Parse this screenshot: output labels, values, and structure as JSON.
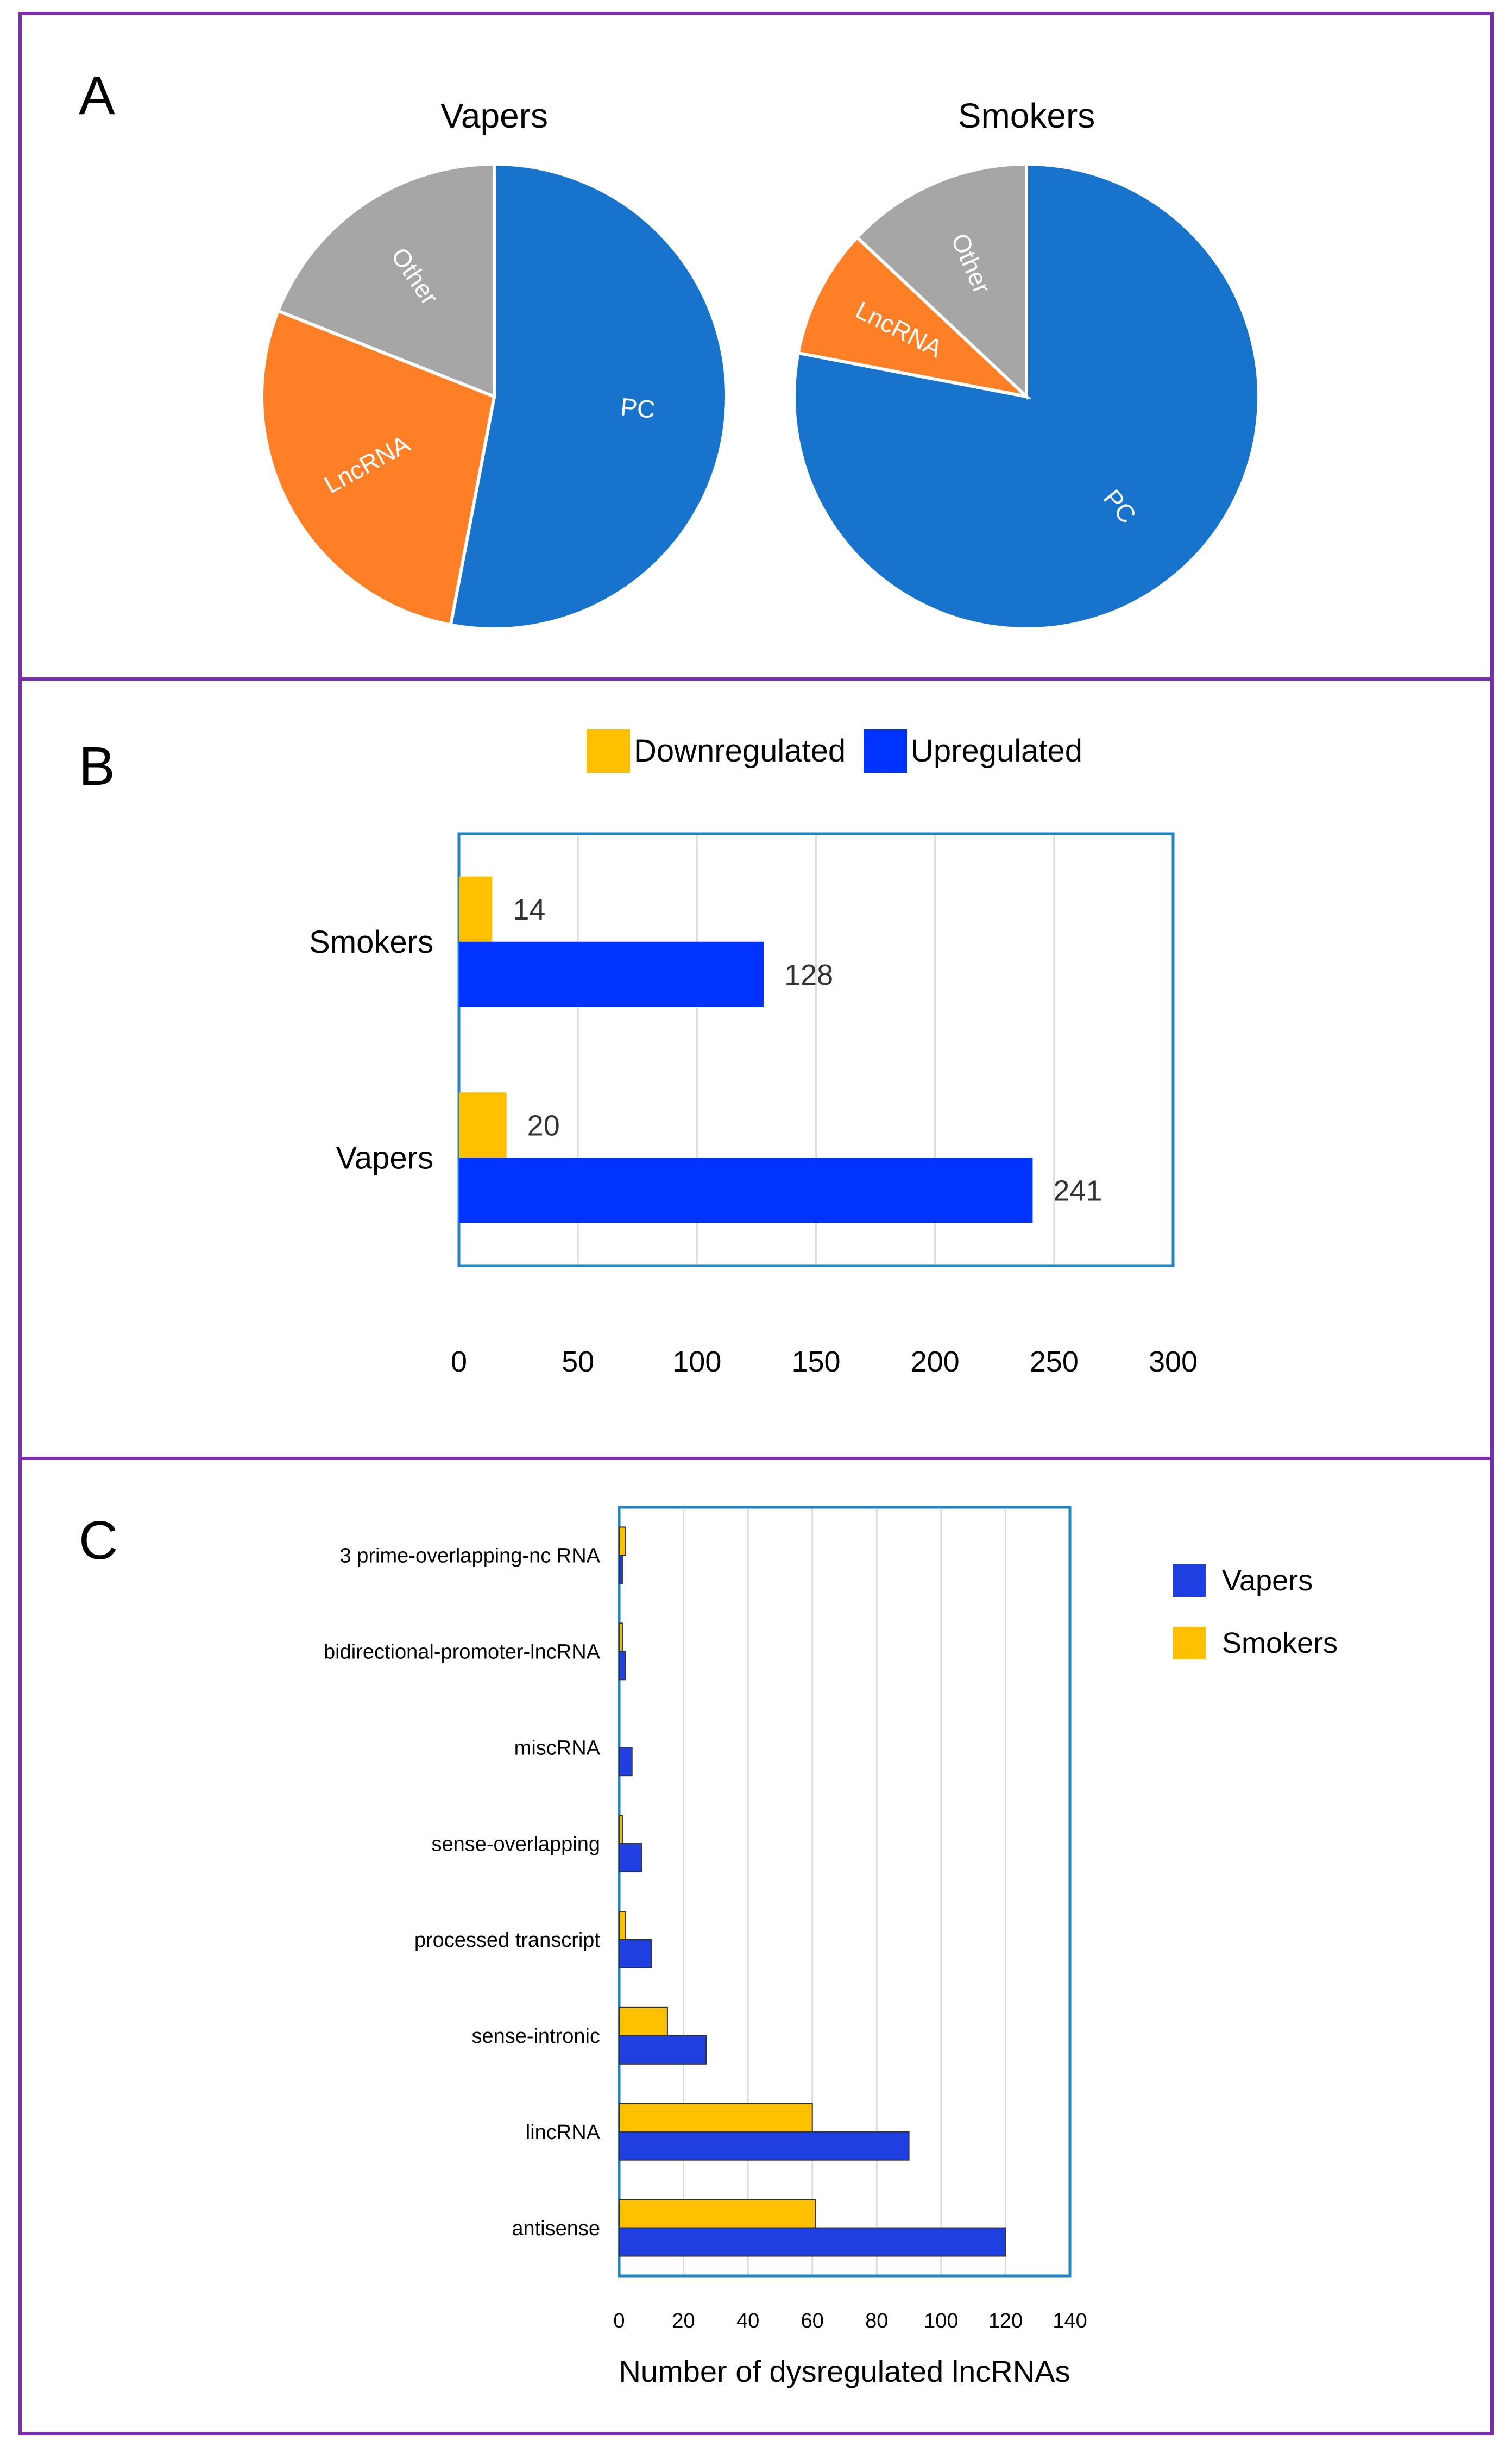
{
  "colors": {
    "frame": "#7B2FB0",
    "pc": "#1873CC",
    "lncrna": "#FF7F27",
    "other": "#A6A6A6",
    "downregulated": "#FFC000",
    "upregulated": "#0033FF",
    "vapers_bar": "#1F3FE0",
    "smokers_bar": "#FFC000",
    "axis_box": "#1E86C8",
    "grid": "#DDDDDD"
  },
  "panels": {
    "a": {
      "letter": "A"
    },
    "b": {
      "letter": "B"
    },
    "c": {
      "letter": "C"
    }
  },
  "chart_data": [
    {
      "panel": "A",
      "type": "pie",
      "charts": [
        {
          "title": "Vapers",
          "slices": [
            {
              "label": "PC",
              "value": 53,
              "color": "#1873CC"
            },
            {
              "label": "LncRNA",
              "value": 28,
              "color": "#FF7F27"
            },
            {
              "label": "Other",
              "value": 19,
              "color": "#A6A6A6"
            }
          ]
        },
        {
          "title": "Smokers",
          "slices": [
            {
              "label": "PC",
              "value": 78,
              "color": "#1873CC"
            },
            {
              "label": "LncRNA",
              "value": 9,
              "color": "#FF7F27"
            },
            {
              "label": "Other",
              "value": 13,
              "color": "#A6A6A6"
            }
          ]
        }
      ]
    },
    {
      "panel": "B",
      "type": "bar",
      "orientation": "horizontal",
      "categories": [
        "Smokers",
        "Vapers"
      ],
      "series": [
        {
          "name": "Downregulated",
          "values": [
            14,
            20
          ],
          "color": "#FFC000"
        },
        {
          "name": "Upregulated",
          "values": [
            128,
            241
          ],
          "color": "#0033FF"
        }
      ],
      "xlim": [
        0,
        300
      ],
      "xticks": [
        0,
        50,
        100,
        150,
        200,
        250,
        300
      ],
      "grid": true,
      "legend": "top"
    },
    {
      "panel": "C",
      "type": "bar",
      "orientation": "horizontal",
      "categories": [
        "3 prime-overlapping-nc RNA",
        "bidirectional-promoter-lncRNA",
        "miscRNA",
        "sense-overlapping",
        "processed transcript",
        "sense-intronic",
        "lincRNA",
        "antisense"
      ],
      "series": [
        {
          "name": "Smokers",
          "values": [
            2,
            1,
            0,
            1,
            2,
            15,
            60,
            61
          ],
          "color": "#FFC000"
        },
        {
          "name": "Vapers",
          "values": [
            1,
            2,
            4,
            7,
            10,
            27,
            90,
            120
          ],
          "color": "#1F3FE0"
        }
      ],
      "legend_order": [
        "Vapers",
        "Smokers"
      ],
      "xlim": [
        0,
        140
      ],
      "xticks": [
        0,
        20,
        40,
        60,
        80,
        100,
        120,
        140
      ],
      "xlabel": "Number of dysregulated lncRNAs",
      "grid": true,
      "legend": "right"
    }
  ]
}
